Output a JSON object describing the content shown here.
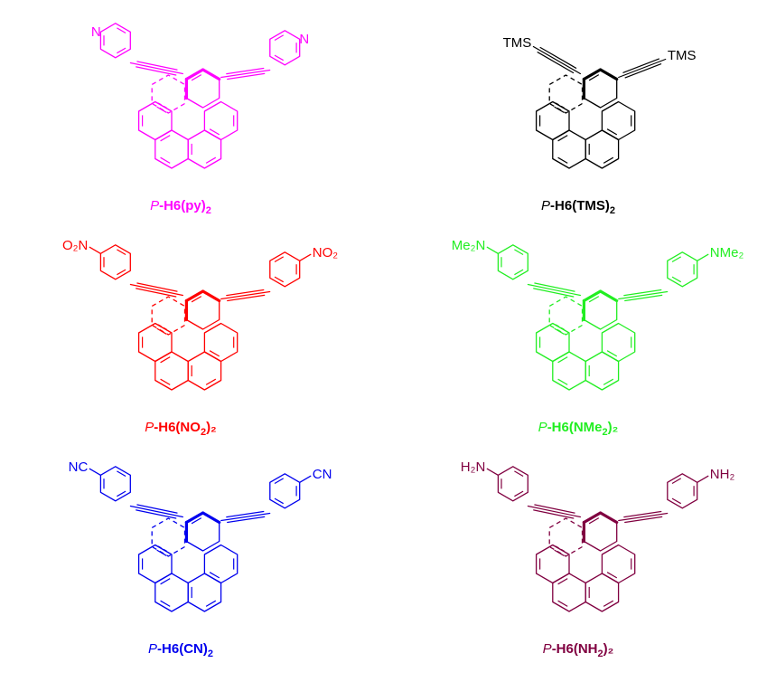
{
  "compounds": [
    {
      "id": "py",
      "color": "#ff00ff",
      "sub_type": "pyridyl",
      "left_label": "N",
      "right_label": "N",
      "caption": {
        "chirality": "P",
        "name": "-H6(py)",
        "sub": "2",
        "tail": ""
      }
    },
    {
      "id": "tms",
      "color": "#000000",
      "sub_type": "silyl",
      "left_label": "TMS",
      "right_label": "TMS",
      "caption": {
        "chirality": "P",
        "name": "-H6(TMS)",
        "sub": "2",
        "tail": ""
      }
    },
    {
      "id": "no2",
      "color": "#ff0000",
      "sub_type": "para-phenyl",
      "left_label": "O₂N",
      "right_label": "NO₂",
      "caption": {
        "chirality": "P",
        "name": "-H6(NO",
        "sub": "2",
        "tail": ")₂"
      }
    },
    {
      "id": "nme2",
      "color": "#22ee22",
      "sub_type": "para-phenyl",
      "left_label": "Me₂N",
      "right_label": "NMe₂",
      "caption": {
        "chirality": "P",
        "name": "-H6(NMe",
        "sub": "2",
        "tail": ")₂"
      }
    },
    {
      "id": "cn",
      "color": "#0000ee",
      "sub_type": "para-phenyl",
      "left_label": "NC",
      "right_label": "CN",
      "caption": {
        "chirality": "P",
        "name": "-H6(CN)",
        "sub": "2",
        "tail": ""
      }
    },
    {
      "id": "nh2",
      "color": "#800040",
      "sub_type": "para-phenyl",
      "left_label": "H₂N",
      "right_label": "NH₂",
      "caption": {
        "chirality": "P",
        "name": "-H6(NH",
        "sub": "2",
        "tail": ")₂"
      }
    }
  ]
}
